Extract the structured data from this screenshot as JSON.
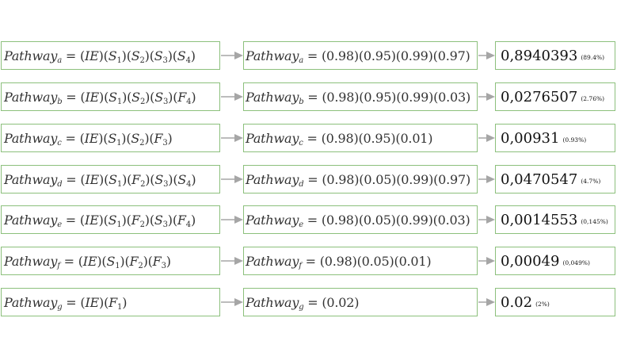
{
  "colors": {
    "box_border": "#8cc07c",
    "arrow": "#a6a6a6"
  },
  "rows": [
    {
      "label": "Pathway",
      "sub": "a",
      "formula_terms": [
        {
          "prefix": "(",
          "sym": "IE",
          "sub": "",
          "suffix": ")"
        },
        {
          "prefix": "(",
          "sym": "S",
          "sub": "1",
          "suffix": ")"
        },
        {
          "prefix": "(",
          "sym": "S",
          "sub": "2",
          "suffix": ")"
        },
        {
          "prefix": "(",
          "sym": "S",
          "sub": "3",
          "suffix": ")"
        },
        {
          "prefix": "(",
          "sym": "S",
          "sub": "4",
          "suffix": ")"
        }
      ],
      "numeric": "(0.98)(0.95)(0.99)(0.97)",
      "result": "0,8940393",
      "percent": "(89.4%)"
    },
    {
      "label": "Pathway",
      "sub": "b",
      "formula_terms": [
        {
          "prefix": "(",
          "sym": "IE",
          "sub": "",
          "suffix": ")"
        },
        {
          "prefix": "(",
          "sym": "S",
          "sub": "1",
          "suffix": ")"
        },
        {
          "prefix": "(",
          "sym": "S",
          "sub": "2",
          "suffix": ")"
        },
        {
          "prefix": "(",
          "sym": "S",
          "sub": "3",
          "suffix": ")"
        },
        {
          "prefix": "(",
          "sym": "F",
          "sub": "4",
          "suffix": ")"
        }
      ],
      "numeric": "(0.98)(0.95)(0.99)(0.03)",
      "result": "0,0276507",
      "percent": "(2.76%)"
    },
    {
      "label": "Pathway",
      "sub": "c",
      "formula_terms": [
        {
          "prefix": "(",
          "sym": "IE",
          "sub": "",
          "suffix": ")"
        },
        {
          "prefix": "(",
          "sym": "S",
          "sub": "1",
          "suffix": ")"
        },
        {
          "prefix": "(",
          "sym": "S",
          "sub": "2",
          "suffix": ")"
        },
        {
          "prefix": "(",
          "sym": "F",
          "sub": "3",
          "suffix": ")"
        }
      ],
      "numeric": "(0.98)(0.95)(0.01)",
      "result": "0,00931",
      "percent": "(0.93%)"
    },
    {
      "label": "Pathway",
      "sub": "d",
      "formula_terms": [
        {
          "prefix": "(",
          "sym": "IE",
          "sub": "",
          "suffix": ")"
        },
        {
          "prefix": "(",
          "sym": "S",
          "sub": "1",
          "suffix": ")"
        },
        {
          "prefix": "(",
          "sym": "F",
          "sub": "2",
          "suffix": ")"
        },
        {
          "prefix": "(",
          "sym": "S",
          "sub": "3",
          "suffix": ")"
        },
        {
          "prefix": "(",
          "sym": "S",
          "sub": "4",
          "suffix": ")"
        }
      ],
      "numeric": "(0.98)(0.05)(0.99)(0.97)",
      "result": "0,0470547",
      "percent": "(4.7%)"
    },
    {
      "label": "Pathway",
      "sub": "e",
      "formula_terms": [
        {
          "prefix": "(",
          "sym": "IE",
          "sub": "",
          "suffix": ")"
        },
        {
          "prefix": "(",
          "sym": "S",
          "sub": "1",
          "suffix": ")"
        },
        {
          "prefix": "(",
          "sym": "F",
          "sub": "2",
          "suffix": ")"
        },
        {
          "prefix": "(",
          "sym": "S",
          "sub": "3",
          "suffix": ")"
        },
        {
          "prefix": "(",
          "sym": "F",
          "sub": "4",
          "suffix": ")"
        }
      ],
      "numeric": "(0.98)(0.05)(0.99)(0.03)",
      "result": "0,0014553",
      "percent": "(0,145%)"
    },
    {
      "label": "Pathway",
      "sub": "f",
      "formula_terms": [
        {
          "prefix": "(",
          "sym": "IE",
          "sub": "",
          "suffix": ")"
        },
        {
          "prefix": "(",
          "sym": "S",
          "sub": "1",
          "suffix": ")"
        },
        {
          "prefix": "(",
          "sym": "F",
          "sub": "2",
          "suffix": ")"
        },
        {
          "prefix": "(",
          "sym": "F",
          "sub": "3",
          "suffix": ")"
        }
      ],
      "numeric": "(0.98)(0.05)(0.01)",
      "result": "0,00049",
      "percent": "(0,049%)"
    },
    {
      "label": "Pathway",
      "sub": "g",
      "formula_terms": [
        {
          "prefix": "(",
          "sym": "IE",
          "sub": "",
          "suffix": ")"
        },
        {
          "prefix": "(",
          "sym": "F",
          "sub": "1",
          "suffix": ")"
        }
      ],
      "numeric": "(0.02)",
      "result": "0.02",
      "percent": "(2%)"
    }
  ]
}
